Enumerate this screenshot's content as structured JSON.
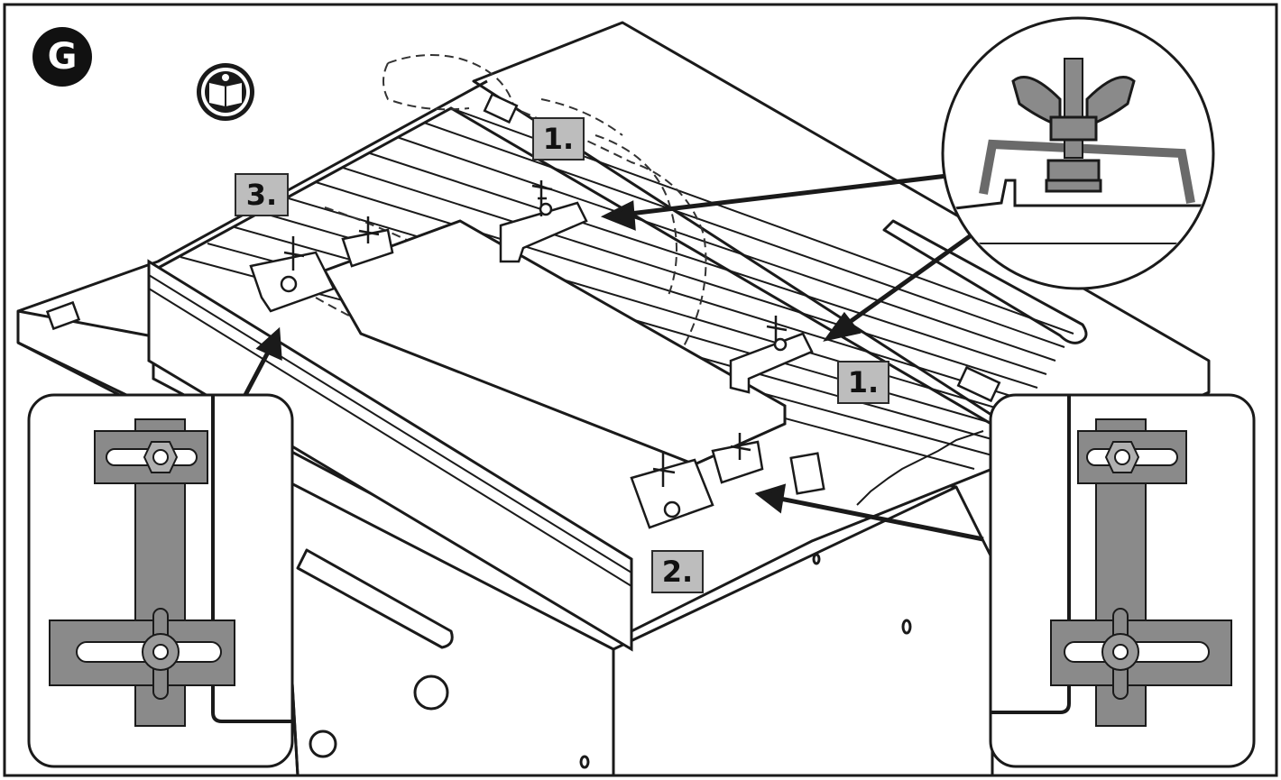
{
  "step_badge": "G",
  "icons": {
    "manual": "read-manual-icon"
  },
  "callouts": {
    "top": "1.",
    "right": "1.",
    "left": "3.",
    "bottom": "2."
  },
  "colors": {
    "line": "#1a1a1a",
    "callout_fill": "#bdbdbd",
    "part_fill": "#8a8a8a",
    "badge": "#111111"
  }
}
